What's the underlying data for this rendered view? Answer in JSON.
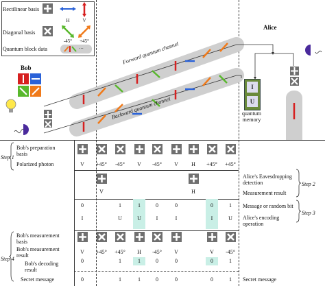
{
  "legend": {
    "rectilinear_label": "Rectilinear basis",
    "h_label": "H",
    "v_label": "V",
    "diagonal_label": "Diagonal basis",
    "minus45_label": "-45°",
    "plus45_label": "+45°",
    "quantum_block_label": "Quantum block data",
    "dots_label": "···"
  },
  "parties": {
    "alice_label": "Alice",
    "bob_label": "Bob",
    "forward_channel_label": "Forward quantum channel",
    "backward_channel_label": "Backward quantum channel",
    "memory_label": "quantum\nmemory",
    "memory_i": "I",
    "memory_u": "U"
  },
  "steps": {
    "step1": "Step 1",
    "step2": "Step 2",
    "step3": "Step 3",
    "step4": "Step 4"
  },
  "left_labels": {
    "prep_basis": "Bob's preparation\nbasis",
    "polarized": "Polarized photon",
    "measurement_basis": "Bob's measurement\nbasis",
    "measurement_result": "Bob's measurement\nresult",
    "decoding_result": "Bob's decoding\nresult",
    "secret_message": "Secret message"
  },
  "right_labels": {
    "eavesdrop": "Alice's Eavesdropping\ndetection",
    "measurement_result": "Measurement result",
    "message_bit": "Message or random bit",
    "encoding": "Alice's encoding\noperation",
    "secret_message": "Secret message"
  },
  "prep_bases": [
    "+",
    "x",
    "x",
    "+",
    "x",
    "+",
    "+",
    "x",
    "x"
  ],
  "polarized": [
    "V",
    "+45°",
    "-45°",
    "V",
    "-45°",
    "V",
    "H",
    "+45°",
    "+45°"
  ],
  "eve_bases": [
    {
      "col": 1,
      "basis": "+"
    },
    {
      "col": 6,
      "basis": "+"
    }
  ],
  "eve_results": [
    {
      "col": 1,
      "value": "V"
    },
    {
      "col": 6,
      "value": "H"
    }
  ],
  "message_bits": [
    "0",
    "",
    "1",
    "1",
    "0",
    "0",
    "",
    "0",
    "1"
  ],
  "encoding_ops": [
    "I",
    "",
    "U",
    "U",
    "I",
    "I",
    "",
    "I",
    "U"
  ],
  "meas_bases": [
    "+",
    "x",
    "x",
    "+",
    "x",
    "+",
    "",
    "+",
    "x"
  ],
  "meas_results": [
    "V",
    "+45°",
    "+45°",
    "H",
    "-45°",
    "V",
    "",
    "V",
    "-45°"
  ],
  "decoding": [
    "0",
    "",
    "1",
    "1",
    "0",
    "0",
    "",
    "0",
    "1"
  ],
  "secret_message": [
    "0",
    "",
    "1",
    "1",
    "0",
    "0",
    "",
    "0",
    "1"
  ],
  "highlight_cols": [
    3,
    7
  ],
  "colors": {
    "red": "#d62020",
    "blue": "#2a62d8",
    "green": "#58b82c",
    "orange": "#f07a1a",
    "purple": "#4a2a9c",
    "block_gray": "#cfcfcf",
    "square_gray": "#6f6f6f",
    "highlight": "#c9efe6",
    "memory_green": "#6a8a3a"
  }
}
